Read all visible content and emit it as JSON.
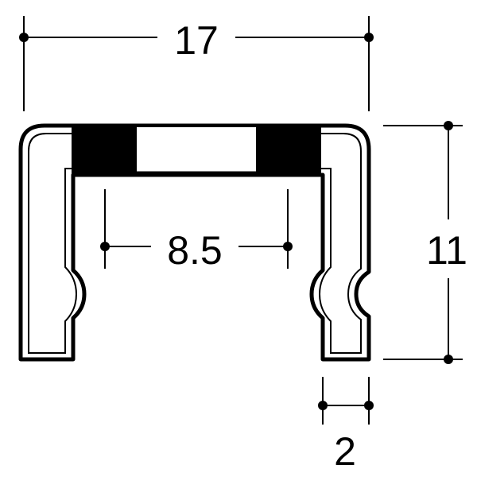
{
  "dimensions": {
    "width": {
      "label": "17"
    },
    "inner_gap": {
      "label": "8.5"
    },
    "height": {
      "label": "11"
    },
    "wall_thickness": {
      "label": "2"
    }
  },
  "colors": {
    "line": "#000000",
    "fill": "#ffffff",
    "insert": "#000000"
  }
}
